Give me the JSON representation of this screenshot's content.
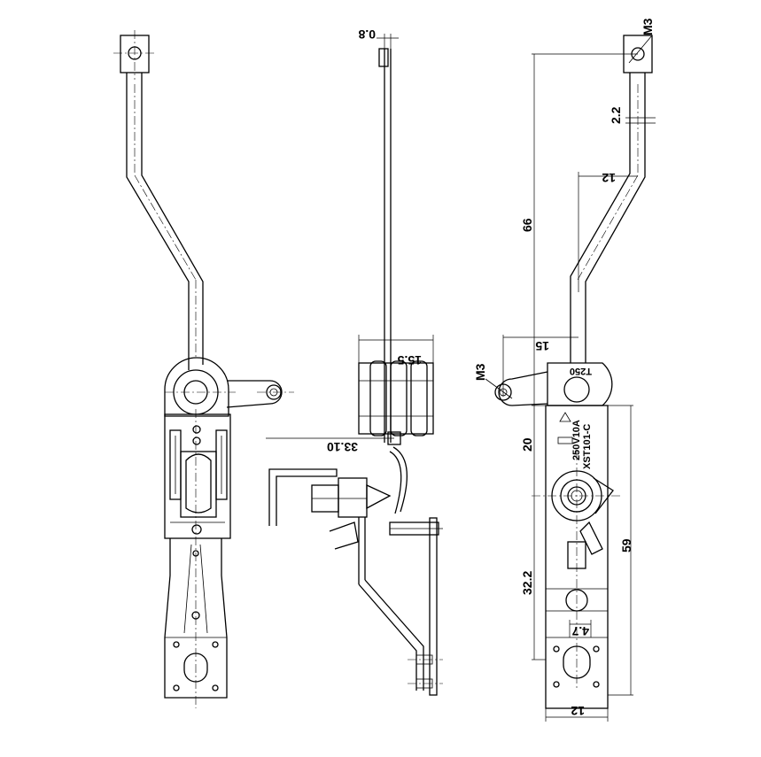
{
  "dimensions": {
    "thickness": "0.8",
    "width_top": "15.5",
    "offset": "33.10",
    "thread_top": "M3",
    "step": "2.2",
    "span_12_top": "12",
    "length_66": "66",
    "span_15": "15",
    "thread_side": "M3",
    "height_20": "20",
    "length_59": "59",
    "height_32_2": "32.2",
    "slot_4_7": "4.7",
    "width_bottom": "12"
  },
  "markings": {
    "temp": "T250",
    "rating": "250V10A",
    "model": "XST101-C"
  }
}
